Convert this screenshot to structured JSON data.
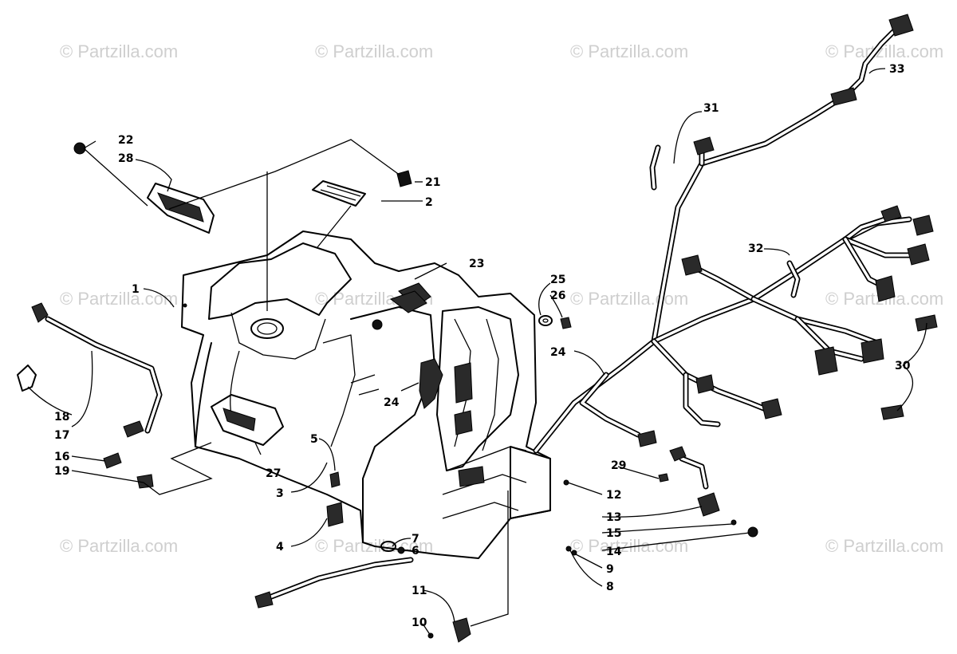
{
  "watermark": "© Partzilla.com",
  "callouts": [
    "1",
    "2",
    "3",
    "4",
    "5",
    "6",
    "7",
    "8",
    "9",
    "10",
    "11",
    "12",
    "13",
    "14",
    "15",
    "16",
    "17",
    "18",
    "19",
    "21",
    "22",
    "23",
    "24",
    "24",
    "25",
    "26",
    "27",
    "28",
    "29",
    "30",
    "31",
    "32",
    "33"
  ]
}
